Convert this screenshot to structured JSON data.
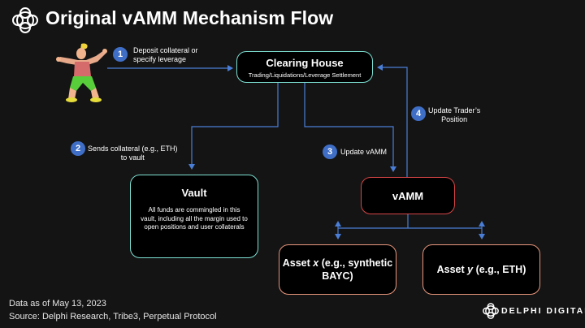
{
  "title": "Original vAMM Mechanism Flow",
  "steps": {
    "s1": {
      "num": "1",
      "line1": "Deposit collateral or",
      "line2": "specify leverage"
    },
    "s2": {
      "num": "2",
      "line1": "Sends collateral (e.g., ETH)",
      "line2": "to vault"
    },
    "s3": {
      "num": "3",
      "line1": "Update vAMM"
    },
    "s4": {
      "num": "4",
      "line1": "Update Trader’s",
      "line2": "Position"
    }
  },
  "nodes": {
    "clearing_house": {
      "title": "Clearing House",
      "subtitle": "Trading/Liquidations/Leverage Settlement"
    },
    "vault": {
      "title": "Vault",
      "body": "All funds are commingled in this vault, including all the margin used to open positions and user collaterals"
    },
    "vamm": {
      "title": "vAMM"
    },
    "asset_x": {
      "line1_pre": "Asset ",
      "line1_var": "x",
      "line1_post": " (e.g., synthetic",
      "line2": "BAYC)"
    },
    "asset_y": {
      "pre": "Asset ",
      "var": "y",
      "post": " (e.g., ETH)"
    }
  },
  "footer": {
    "date": "Data as of May 13, 2023",
    "source": "Source: Delphi Research, Tribe3, Perpetual Protocol",
    "brand": "DELPHI DIGITAL"
  },
  "colors": {
    "background": "#141414",
    "arrow": "#4a7ed6",
    "step_circle": "#3f6ec6",
    "teal_border": "#7de0d2",
    "red_border": "#d64545",
    "orange_border": "#e8967c"
  },
  "icons": [
    "delphi-logo-icon",
    "trader-character-icon"
  ]
}
